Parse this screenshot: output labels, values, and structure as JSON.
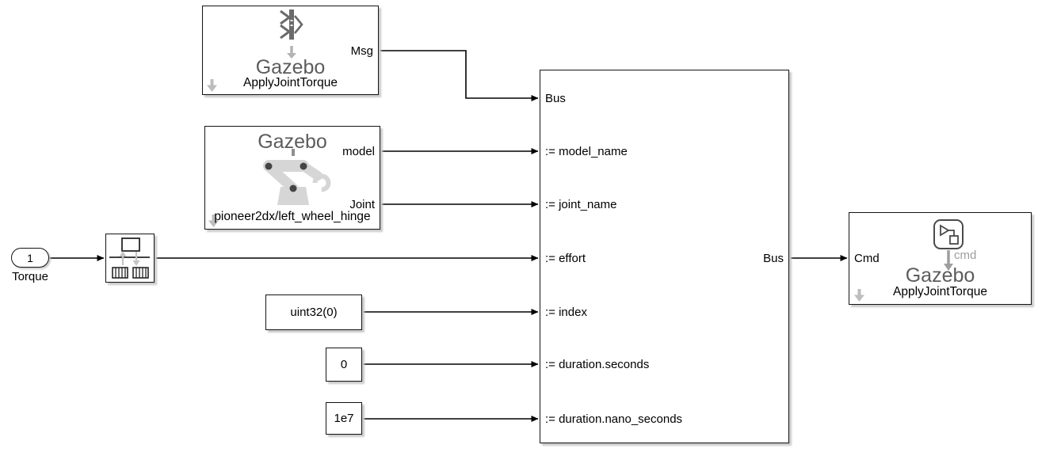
{
  "colors": {
    "wire": "#000000",
    "block_border": "#141414",
    "gazebo_title_gray": "#5c5c5c",
    "icon_light_gray": "#d6d6d6",
    "muted_gray": "#9e9e9e",
    "shadow_gray": "#c9c9c9"
  },
  "blocks": {
    "blank_message": {
      "title": "Gazebo",
      "subtitle": "ApplyJointTorque",
      "out_port": "Msg"
    },
    "select_entity": {
      "title": "Gazebo",
      "caption": "pioneer2dx/left_wheel_hinge",
      "out_ports": [
        "model",
        "Joint"
      ]
    },
    "inport": {
      "number": "1",
      "label": "Torque"
    },
    "constants": [
      "uint32(0)",
      "0",
      "1e7"
    ],
    "bus_assignment": {
      "in_ports": [
        "Bus",
        ":= model_name",
        ":= joint_name",
        ":= effort",
        ":= index",
        ":= duration.seconds",
        ":= duration.nano_seconds"
      ],
      "out_port": "Bus"
    },
    "apply_joint_torque": {
      "title": "Gazebo",
      "subtitle": "ApplyJointTorque",
      "in_port": "Cmd",
      "icon_label": "cmd"
    }
  }
}
